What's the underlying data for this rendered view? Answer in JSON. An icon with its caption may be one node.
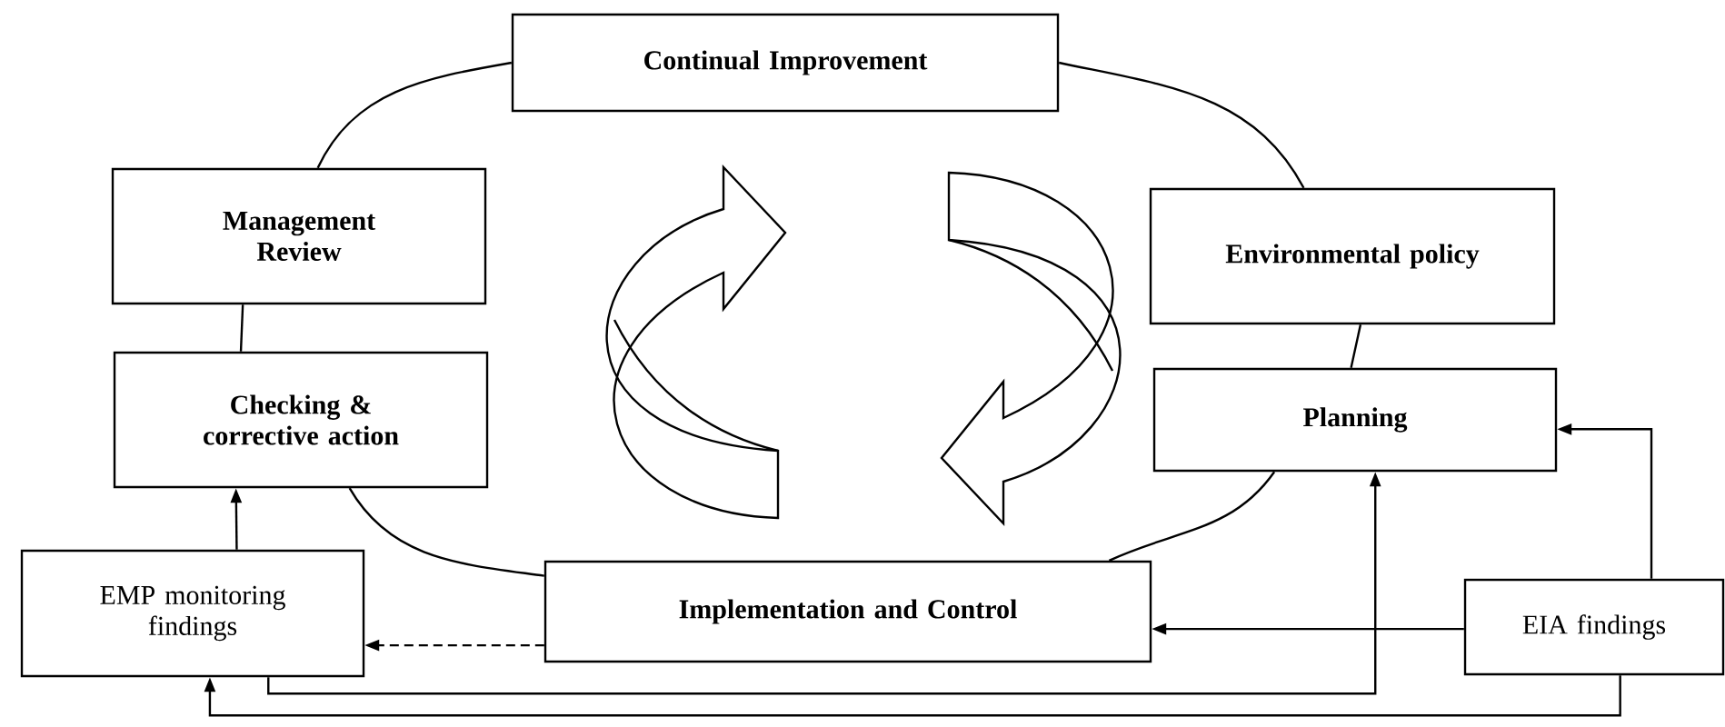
{
  "diagram": {
    "nodes": [
      {
        "text": [
          "Continual Improvement"
        ]
      },
      {
        "text": [
          "Management Review"
        ]
      },
      {
        "text": [
          "Environmental policy"
        ]
      },
      {
        "text": [
          "Checking & corrective action"
        ]
      },
      {
        "text": [
          "Planning"
        ]
      },
      {
        "text": [
          "EMP monitoring findings"
        ]
      },
      {
        "text": [
          "Implementation and Control"
        ]
      },
      {
        "text": [
          "EIA findings"
        ]
      }
    ],
    "edges": [
      {
        "from": 0,
        "to": 1,
        "arrow": "none"
      },
      {
        "from": 0,
        "to": 2,
        "arrow": "none"
      },
      {
        "from": 1,
        "to": 3,
        "arrow": "none"
      },
      {
        "from": 2,
        "to": 4,
        "arrow": "none"
      },
      {
        "from": 3,
        "to": 6,
        "arrow": "none"
      },
      {
        "from": 6,
        "to": 4,
        "arrow": "none"
      },
      {
        "from": 5,
        "to": 3,
        "arrow": "to"
      },
      {
        "from": 6,
        "to": 5,
        "arrow": "to",
        "style": "dashed"
      },
      {
        "from": 7,
        "to": 6,
        "arrow": "to"
      },
      {
        "from": 7,
        "to": 4,
        "arrow": "to"
      },
      {
        "from": 5,
        "to": 4,
        "arrow": "to"
      },
      {
        "from": 7,
        "to": 5,
        "arrow": "to"
      }
    ]
  }
}
